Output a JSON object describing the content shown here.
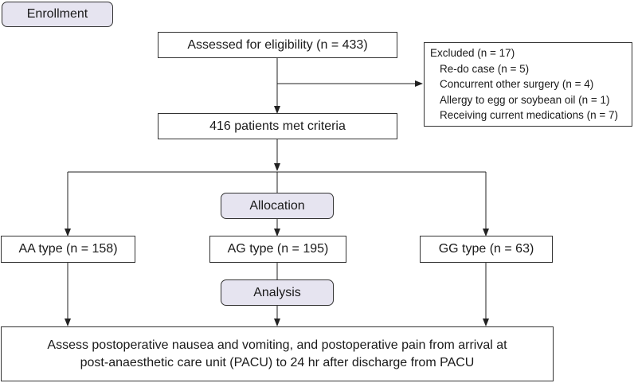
{
  "stages": {
    "enrollment": "Enrollment",
    "allocation": "Allocation",
    "analysis": "Analysis"
  },
  "assessed": "Assessed for eligibility (n = 433)",
  "excluded": {
    "title": "Excluded (n = 17)",
    "reasons": [
      "Re-do case (n = 5)",
      "Concurrent other surgery (n = 4)",
      "Allergy to egg or soybean oil (n = 1)",
      "Receiving current medications (n = 7)"
    ]
  },
  "met_criteria": "416 patients met criteria",
  "groups": [
    "AA type (n = 158)",
    "AG type (n = 195)",
    "GG type (n = 63)"
  ],
  "outcome": {
    "line1": "Assess postoperative nausea and vomiting, and postoperative pain from arrival at",
    "line2": "post-anaesthetic care unit (PACU) to 24 hr after discharge from PACU"
  }
}
